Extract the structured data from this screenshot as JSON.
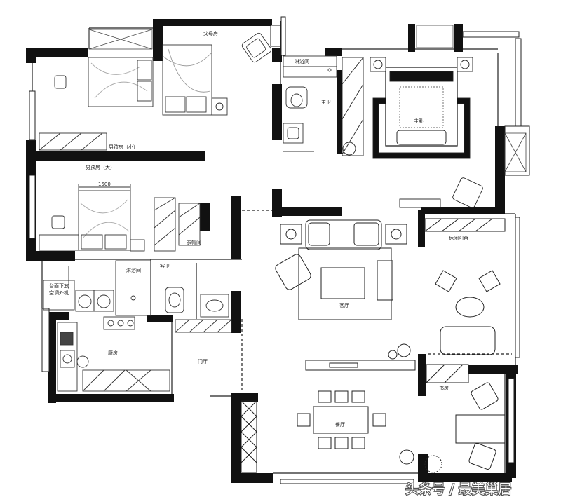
{
  "rooms": {
    "parents_room": "父母房",
    "boys_room_small": "男孩房（小）",
    "boys_room_large": "男孩房（大）",
    "master_bath": "主卫",
    "shower_master": "淋浴间",
    "master_bedroom": "主卧",
    "closet": "衣帽间",
    "guest_bath": "客卫",
    "shower_guest": "淋浴间",
    "ac_note_line1": "台面下放",
    "ac_note_line2": "空调外机",
    "living_room": "客厅",
    "leisure_balcony": "休闲阳台",
    "kitchen": "厨房",
    "foyer": "门厅",
    "study": "书房",
    "dining_room": "餐厅"
  },
  "dimensions": {
    "bed_width": "1500"
  },
  "watermark": "头条号 / 最美巢居"
}
